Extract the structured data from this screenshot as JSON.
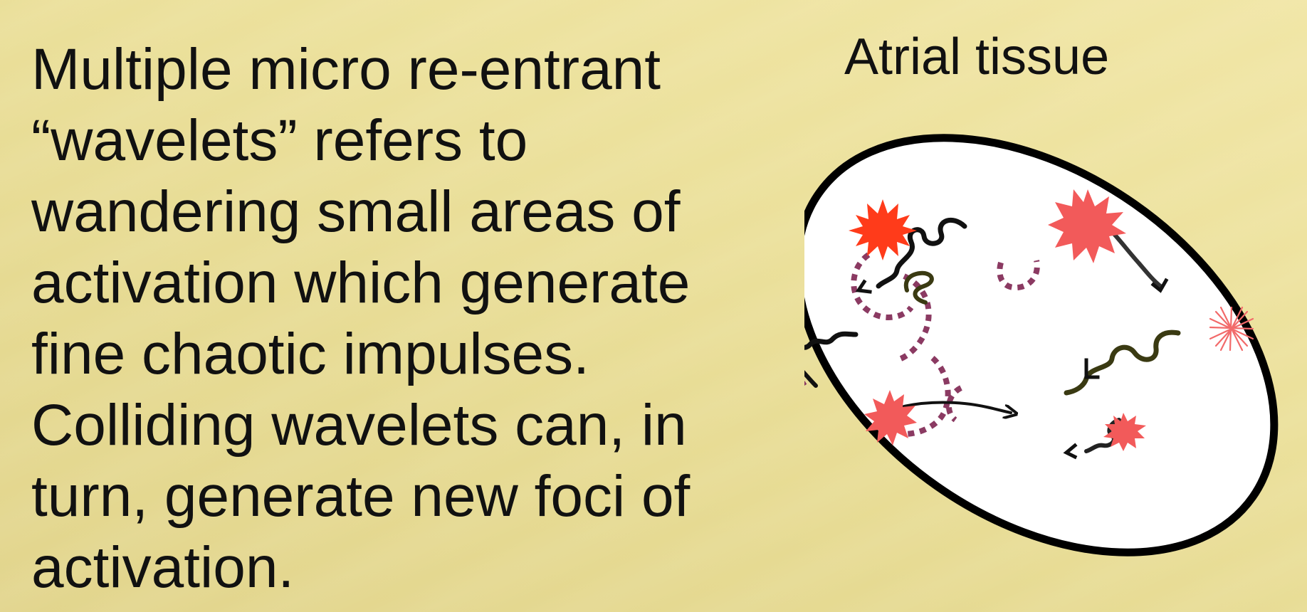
{
  "paragraph": {
    "lines": [
      "Multiple micro re-entrant",
      "“wavelets” refers to",
      "wandering small areas of",
      "activation which generate",
      "fine chaotic impulses.",
      "Colliding wavelets can, in",
      "turn, generate new foci of",
      "activation."
    ]
  },
  "diagram": {
    "title": "Atrial tissue",
    "colors": {
      "background": "#ece19c",
      "tissue_fill": "#ffffff",
      "tissue_outline": "#000000",
      "focus_red": "#ff3b1a",
      "focus_pink": "#f25a5a",
      "wavelet_front": "#8b3a62",
      "impulse_olive": "#3a3a12",
      "impulse_black": "#111111"
    },
    "icons": [
      "starburst-focus-icon",
      "sparkle-focus-icon",
      "arrowhead-icon"
    ]
  }
}
